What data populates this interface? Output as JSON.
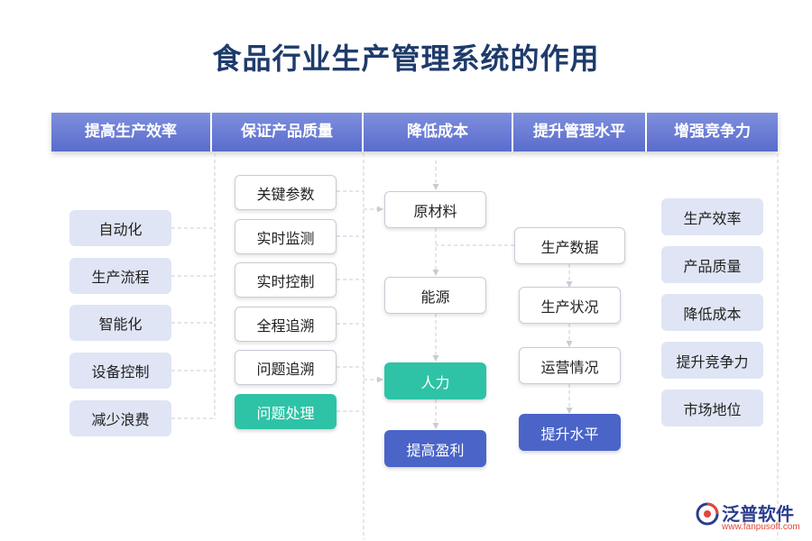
{
  "title": "食品行业生产管理系统的作用",
  "header": [
    "提高生产效率",
    "保证产品质量",
    "降低成本",
    "提升管理水平",
    "增强竞争力"
  ],
  "col1": [
    "自动化",
    "生产流程",
    "智能化",
    "设备控制",
    "减少浪费"
  ],
  "col2": [
    "关键参数",
    "实时监测",
    "实时控制",
    "全程追溯",
    "问题追溯",
    "问题处理"
  ],
  "col3": [
    "原材料",
    "能源",
    "人力",
    "提高盈利"
  ],
  "col4": [
    "生产数据",
    "生产状况",
    "运营情况",
    "提升水平"
  ],
  "col5": [
    "生产效率",
    "产品质量",
    "降低成本",
    "提升竞争力",
    "市场地位"
  ],
  "logo": {
    "name": "泛普软件",
    "url": "www.fanpusoft.com"
  },
  "colors": {
    "header": "#5a6ccc",
    "gray_box": "#dfe5f4",
    "teal": "#2ec3a6",
    "blue": "#4a64c8",
    "title": "#1f3b6b"
  }
}
